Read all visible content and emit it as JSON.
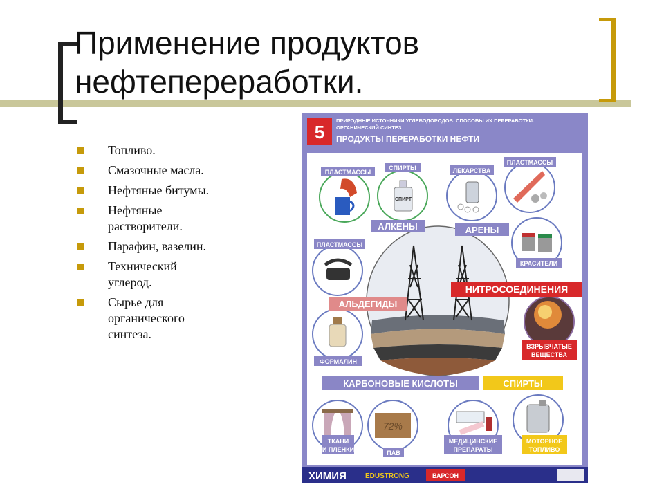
{
  "slide": {
    "title_line1": "Применение продуктов",
    "title_line2": "нефтепереработки.",
    "bullets": [
      {
        "lines": [
          "Топливо."
        ]
      },
      {
        "lines": [
          "Смазочные масла."
        ]
      },
      {
        "lines": [
          "Нефтяные битумы."
        ]
      },
      {
        "lines": [
          "Нефтяные",
          "растворители."
        ]
      },
      {
        "lines": [
          "Парафин, вазелин."
        ]
      },
      {
        "lines": [
          "Технический",
          "углерод."
        ]
      },
      {
        "lines": [
          "Сырье для",
          "органического",
          "синтеза."
        ]
      }
    ]
  },
  "poster": {
    "number": "5",
    "header_line1": "ПРИРОДНЫЕ ИСТОЧНИКИ УГЛЕВОДОРОДОВ. СПОСОБЫ ИХ ПЕРЕРАБОТКИ.",
    "header_line2": "ОРГАНИЧЕСКИЙ СИНТЕЗ",
    "header_title": "ПРОДУКТЫ ПЕРЕРАБОТКИ НЕФТИ",
    "labels": {
      "plastmassy1": "ПЛАСТМАССЫ",
      "spirty_top": "СПИРТЫ",
      "lekarstva": "ЛЕКАРСТВА",
      "plastmassy2": "ПЛАСТМАССЫ",
      "alkeny": "АЛКЕНЫ",
      "areny": "АРЕНЫ",
      "plastmassy3": "ПЛАСТМАССЫ",
      "krasiteli": "КРАСИТЕЛИ",
      "nitro": "НИТРОСОЕДИНЕНИЯ",
      "aldegidy": "АЛЬДЕГИДЫ",
      "vzryv1": "ВЗРЫВЧАТЫЕ",
      "vzryv2": "ВЕЩЕСТВА",
      "formalin": "ФОРМАЛИН",
      "karbon": "КАРБОНОВЫЕ КИСЛОТЫ",
      "spirty_bottom": "СПИРТЫ",
      "tkani1": "ТКАНИ",
      "tkani2": "И ПЛЕНКИ",
      "pav": "ПАВ",
      "med1": "МЕДИЦИНСКИЕ",
      "med2": "ПРЕПАРАТЫ",
      "motor1": "МОТОРНОЕ",
      "motor2": "ТОПЛИВО",
      "bottle": "СПИРТ",
      "soap": "72%"
    },
    "footer": {
      "brand": "ХИМИЯ",
      "publisher": "EDUSTRONG",
      "publisher2": "ВАРСОН"
    },
    "colors": {
      "frame": "#8a87c8",
      "label_purple": "#8a86c6",
      "label_red": "#d8282a",
      "label_yellow": "#f2c81a",
      "footer": "#2a2f8a"
    }
  }
}
